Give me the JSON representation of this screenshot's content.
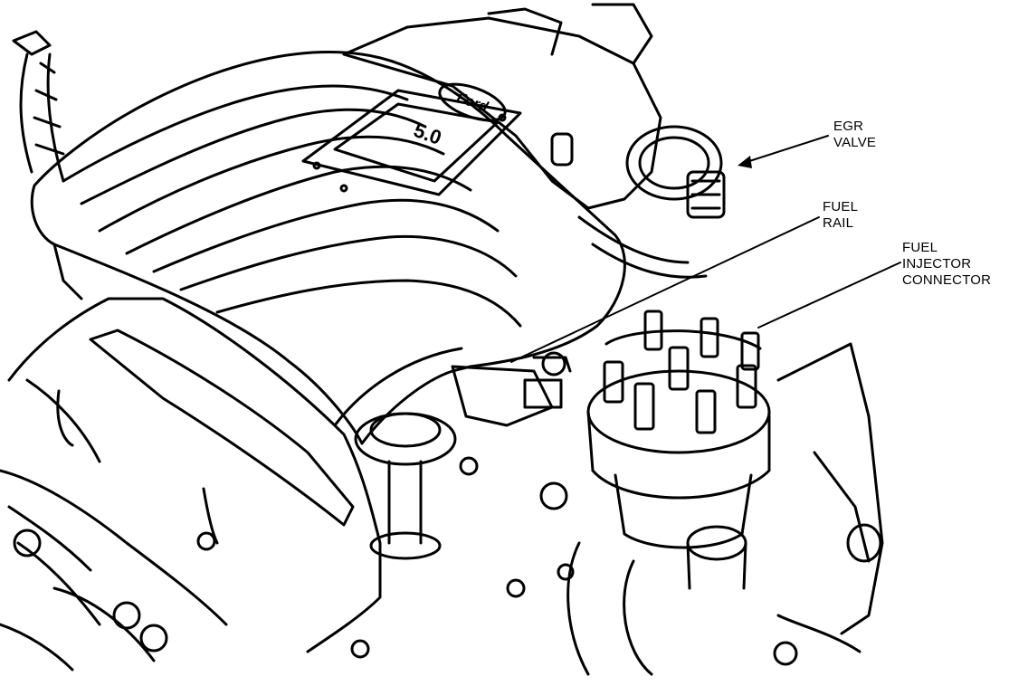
{
  "labels": {
    "egr_valve": [
      "EGR",
      "VALVE"
    ],
    "fuel_rail": [
      "FUEL",
      "RAIL"
    ],
    "fuel_injector_connector": [
      "FUEL",
      "INJECTOR",
      "CONNECTOR"
    ]
  },
  "badge": {
    "brand": "Ford",
    "displacement": "5.0"
  },
  "colors": {
    "line": "#000000",
    "background": "#ffffff"
  }
}
